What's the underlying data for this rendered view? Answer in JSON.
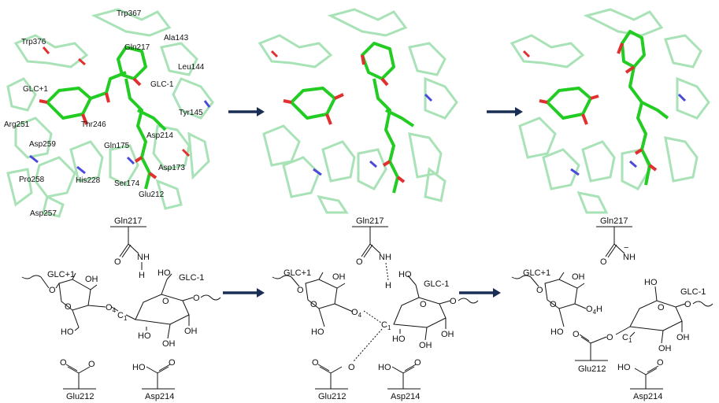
{
  "arrow_color": "#1a2e55",
  "colors": {
    "green_bold": "#22cc22",
    "green_faint": "#99ddaa",
    "oxygen": "#e03030",
    "nitrogen": "#4a4ad8",
    "hydrogen": "#cccccc"
  },
  "panel1": {
    "residues": {
      "trp367": "Trp367",
      "trp376": "Trp376",
      "gln217": "Gln217",
      "ala143": "Ala143",
      "leu144": "Leu144",
      "glc_plus1": "GLC+1",
      "glc_minus1": "GLC-1",
      "tyr145": "Tyr145",
      "arg251": "Arg251",
      "thr246": "Thr246",
      "asp259": "Asp259",
      "gln175": "Gln175",
      "asp214": "Asp214",
      "asp173": "Asp173",
      "pro258": "Pro258",
      "his228": "His228",
      "ser174": "Ser174",
      "glu212": "Glu212",
      "asp257": "Asp257"
    }
  },
  "schemes": [
    {
      "gln": "Gln217",
      "glc_plus1": "GLC+1",
      "glc_minus1": "GLC-1",
      "glu": "Glu212",
      "asp": "Asp214",
      "o": "O",
      "oh": "OH",
      "ho": "HO",
      "nh": "NH",
      "h": "H",
      "c": "C",
      "o4": "O",
      "sub4": "4",
      "sub1": "1"
    },
    {
      "gln": "Gln217",
      "glc_plus1": "GLC+1",
      "glc_minus1": "GLC-1",
      "glu": "Glu212",
      "asp": "Asp214",
      "o": "O",
      "oh": "OH",
      "ho": "HO",
      "nh": "NH",
      "h": "H",
      "c": "C",
      "o4": "O",
      "sub4": "4",
      "sub1": "1"
    },
    {
      "gln": "Gln217",
      "glc_plus1": "GLC+1",
      "glc_minus1": "GLC-1",
      "glu": "Glu212",
      "asp": "Asp214",
      "o": "O",
      "oh": "OH",
      "ho": "HO",
      "nh": "NH",
      "c": "C",
      "o4": "O",
      "sub4": "4",
      "sub1": "1",
      "o4h_h": "H",
      "minus": "−"
    }
  ]
}
